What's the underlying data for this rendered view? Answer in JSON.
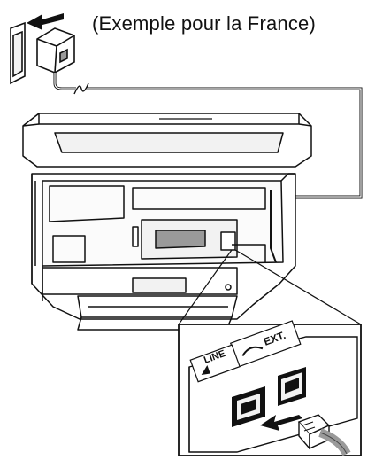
{
  "caption": "(Exemple pour la France)",
  "inset": {
    "ext_label": "EXT.",
    "line_label": "LINE"
  },
  "colors": {
    "line": "#111111",
    "gray_fill": "#9a9a9a",
    "light_fill": "#f2f2f2",
    "background": "#ffffff"
  }
}
